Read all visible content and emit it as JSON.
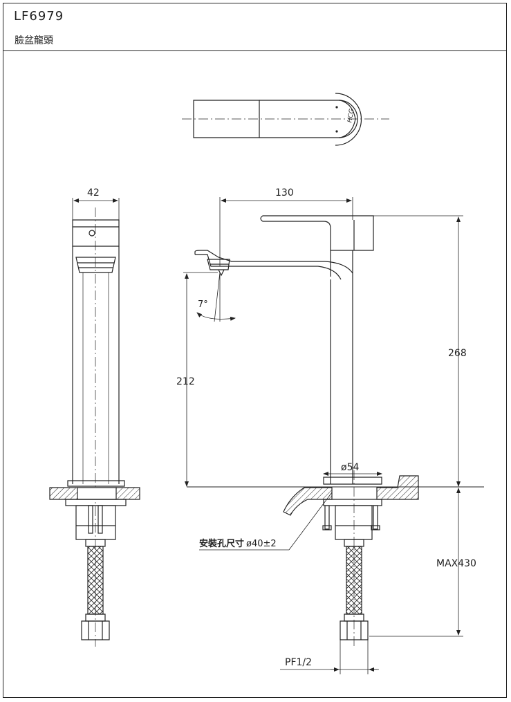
{
  "header": {
    "model": "LF6979",
    "name": "臉盆龍頭"
  },
  "top_view": {
    "logo_text": "HCG"
  },
  "dimensions": {
    "width_front": "42",
    "spout_reach": "130",
    "height": "268",
    "spout_height": "212",
    "base_diameter": "ø54",
    "spout_angle": "7°",
    "hole_size_label": "安裝孔尺寸",
    "hole_size_value": "ø40±2",
    "max_hose": "MAX430",
    "thread": "PF1/2"
  }
}
